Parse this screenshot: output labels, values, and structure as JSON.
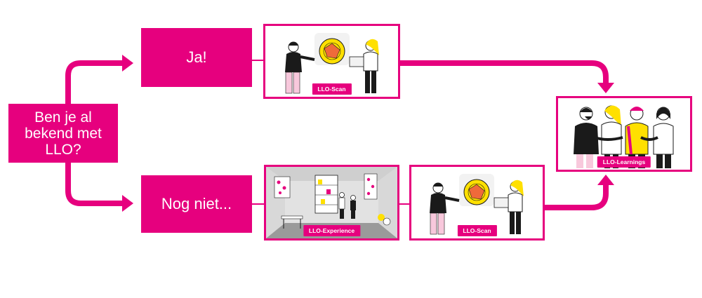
{
  "question": "Ben je al\nbekend met\nLLO?",
  "yes_label": "Ja!",
  "no_label": "Nog niet...",
  "cards": {
    "scan_top": "LLO-Scan",
    "experience": "LLO-Experience",
    "scan_bottom": "LLO-Scan",
    "learnings": "LLO-Learnings"
  },
  "colors": {
    "accent": "#e6007e",
    "yellow": "#ffe000",
    "radar": "#ef6a3a",
    "dark": "#1a1a1a"
  }
}
